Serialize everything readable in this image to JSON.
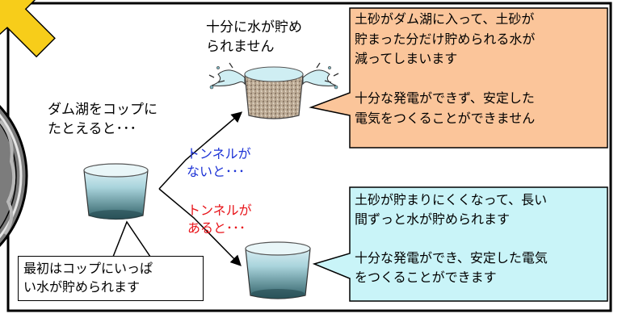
{
  "top_note": "十分に水が貯め\nられません",
  "left_note": "ダム湖をコップに\nたとえると･･･",
  "no_tunnel_label": "トンネルが\nないと･･･",
  "with_tunnel_label": "トンネルが\nあると･･･",
  "bottom_left_note": "最初はコップにいっぱ\nい水が貯められます",
  "orange_callout": "土砂がダム湖に入って、土砂が\n貯まった分だけ貯められる水が\n減ってしまいます\n\n十分な発電ができず、安定した\n電気をつくることができません",
  "blue_callout": "土砂が貯まりにくくなって、長い\n間ずっと水が貯められます\n\n十分な発電ができ、安定した電気\nをつくることができます",
  "colors": {
    "orange_fill": "#fbc59a",
    "blue_fill": "#c9f4f8",
    "blue_text": "#1e34d6",
    "red_text": "#e8141a",
    "arrow_yellow": "#f7cd1a"
  }
}
